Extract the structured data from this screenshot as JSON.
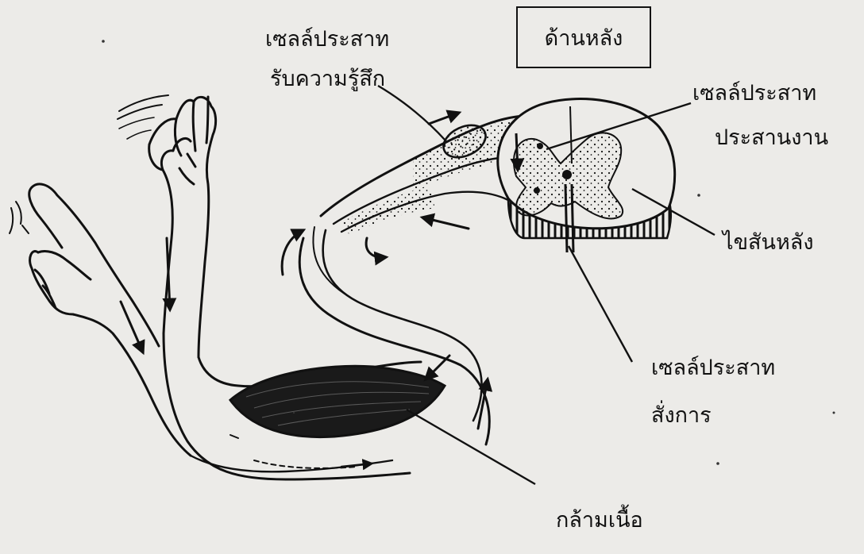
{
  "labels": {
    "back_side": "ด้านหลัง",
    "sensory_neuron_line1": "เซลล์ประสาท",
    "sensory_neuron_line2": "รับความรู้สึก",
    "interneuron_line1": "เซลล์ประสาท",
    "interneuron_line2": "ประสานงาน",
    "spinal_cord": "ไขสันหลัง",
    "motor_neuron_line1": "เซลล์ประสาท",
    "motor_neuron_line2": "สั่งการ",
    "muscle": "กล้ามเนื้อ"
  },
  "colors": {
    "background": "#ecebe8",
    "ink": "#111111"
  }
}
